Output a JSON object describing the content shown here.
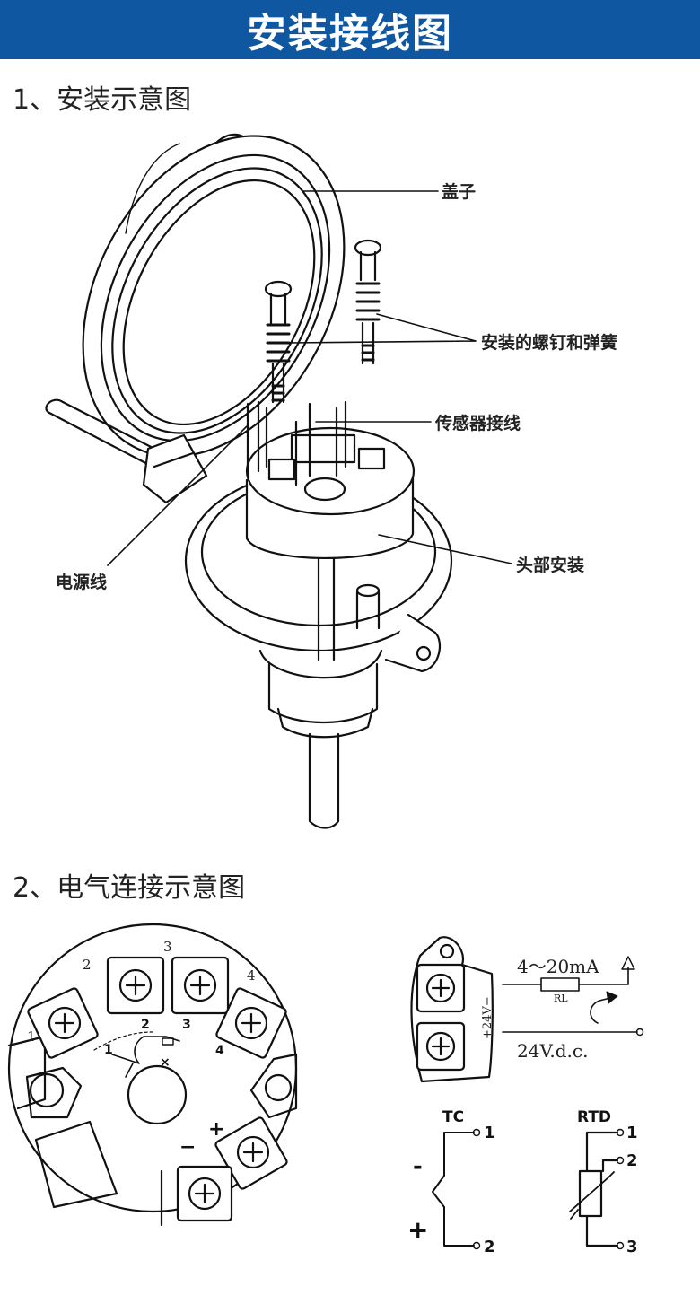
{
  "banner": {
    "title": "安装接线图"
  },
  "section1": {
    "heading": "1、安装示意图",
    "labels": {
      "cover": "盖子",
      "screws": "安装的螺钉和弹簧",
      "sensor_wire": "传感器接线",
      "head_mount": "头部安装",
      "power_line": "电源线"
    }
  },
  "section2": {
    "heading": "2、电气连接示意图",
    "terminal_numbers_outer": [
      "1",
      "2",
      "3",
      "4"
    ],
    "terminal_numbers_inner": [
      "1",
      "2",
      "3",
      "4"
    ],
    "polarity": {
      "minus": "−",
      "plus": "+"
    },
    "inner_sign": "×",
    "current_range": "4～20mA",
    "load_label": "RL",
    "voltage_vertical": "+24V−",
    "supply": "24V.d.c.",
    "tc": {
      "title": "TC",
      "minus": "-",
      "plus": "+",
      "pin1": "1",
      "pin2": "2"
    },
    "rtd": {
      "title": "RTD",
      "pin1": "1",
      "pin2": "2",
      "pin3": "3"
    }
  }
}
